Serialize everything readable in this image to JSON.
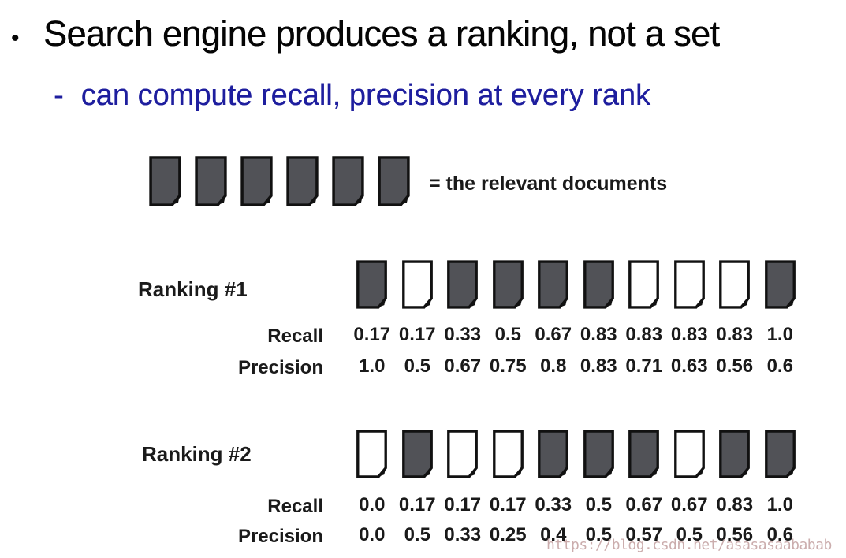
{
  "slide": {
    "title_bullet": "•",
    "title": "Search engine produces a ranking, not a set",
    "subtitle_dash": "-",
    "subtitle": "can compute recall, precision at every rank",
    "legend_text": "= the relevant documents",
    "relevant_doc_count": 6
  },
  "colors": {
    "doc_fill_relevant": "#515257",
    "doc_fill_nonrelevant": "#ffffff",
    "doc_border": "#111111",
    "subtitle_blue": "#1e1e9e",
    "watermark_gray": "#cbadad"
  },
  "row_labels": {
    "recall": "Recall",
    "precision": "Precision"
  },
  "rankings": [
    {
      "label": "Ranking #1",
      "docs": [
        1,
        0,
        1,
        1,
        1,
        1,
        0,
        0,
        0,
        1
      ],
      "recall": [
        "0.17",
        "0.17",
        "0.33",
        "0.5",
        "0.67",
        "0.83",
        "0.83",
        "0.83",
        "0.83",
        "1.0"
      ],
      "precision": [
        "1.0",
        "0.5",
        "0.67",
        "0.75",
        "0.8",
        "0.83",
        "0.71",
        "0.63",
        "0.56",
        "0.6"
      ]
    },
    {
      "label": "Ranking #2",
      "docs": [
        0,
        1,
        0,
        0,
        1,
        1,
        1,
        0,
        1,
        1
      ],
      "recall": [
        "0.0",
        "0.17",
        "0.17",
        "0.17",
        "0.33",
        "0.5",
        "0.67",
        "0.67",
        "0.83",
        "1.0"
      ],
      "precision": [
        "0.0",
        "0.5",
        "0.33",
        "0.25",
        "0.4",
        "0.5",
        "0.57",
        "0.5",
        "0.56",
        "0.6"
      ]
    }
  ],
  "watermark": "https://blog.csdn.net/asasasaababab"
}
